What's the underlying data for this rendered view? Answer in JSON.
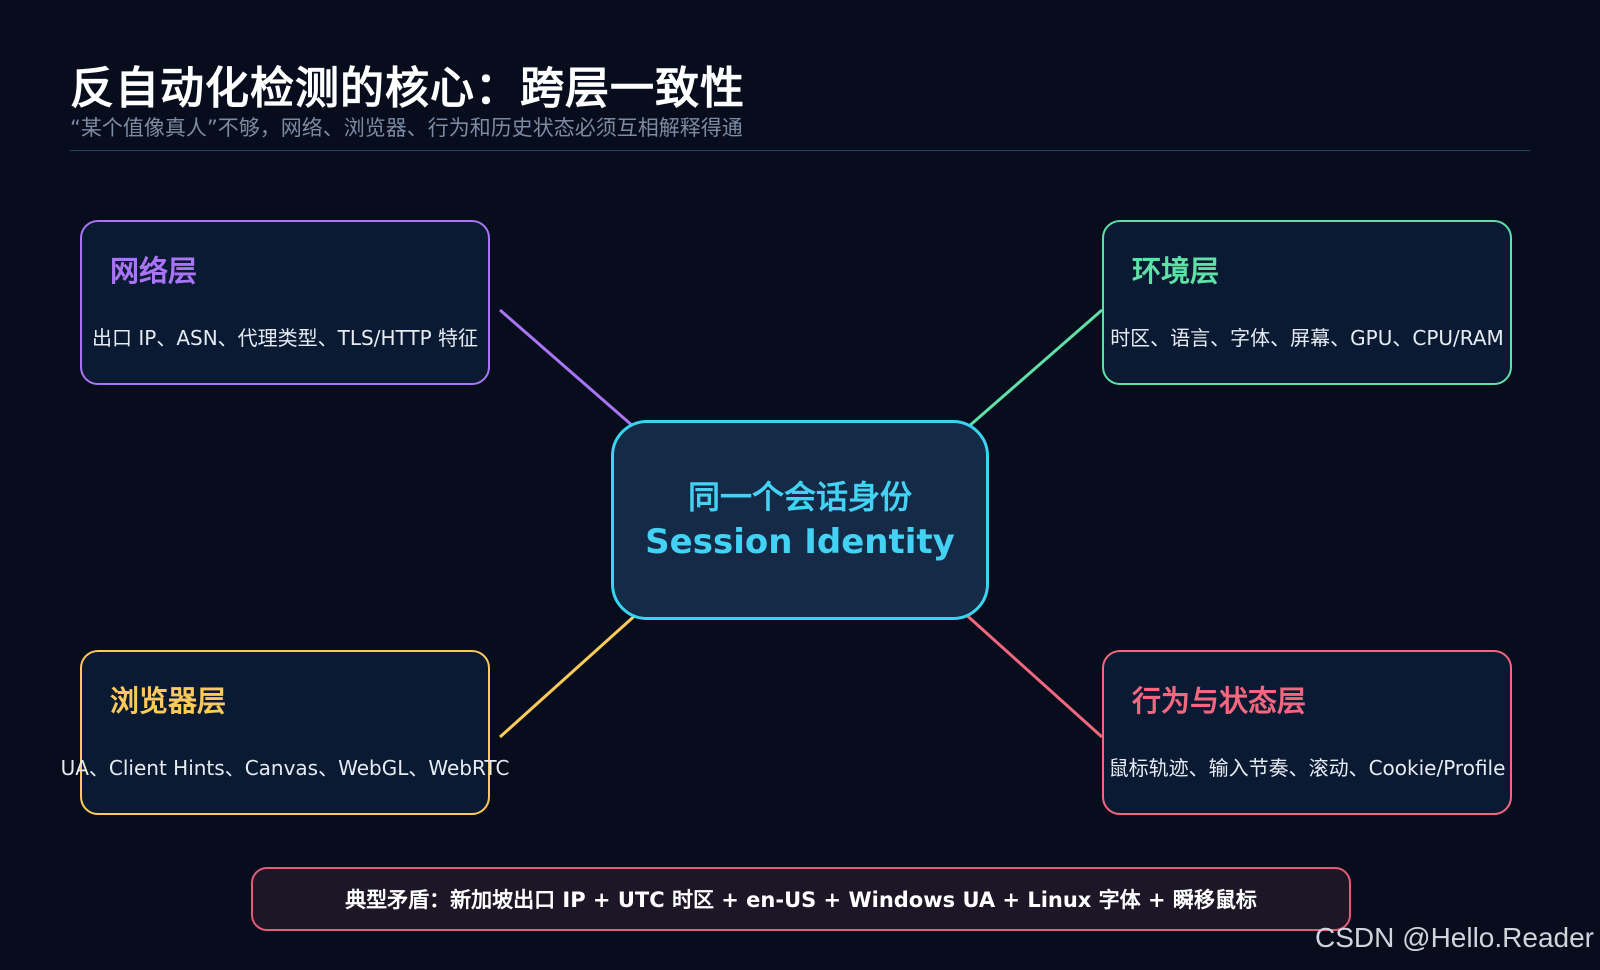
{
  "header": {
    "title": "反自动化检测的核心：跨层一致性",
    "subtitle": "“某个值像真人”不够，网络、浏览器、行为和历史状态必须互相解释得通"
  },
  "center": {
    "title_zh": "同一个会话身份",
    "title_en": "Session Identity",
    "color": "#38d4f2"
  },
  "layers": [
    {
      "id": "network",
      "title": "网络层",
      "desc": "出口 IP、ASN、代理类型、TLS/HTTP 特征",
      "color": "#a974f5"
    },
    {
      "id": "environment",
      "title": "环境层",
      "desc": "时区、语言、字体、屏幕、GPU、CPU/RAM",
      "color": "#5fe0a6"
    },
    {
      "id": "browser",
      "title": "浏览器层",
      "desc": "UA、Client Hints、Canvas、WebGL、WebRTC",
      "color": "#fcca5a"
    },
    {
      "id": "behavior",
      "title": "行为与状态层",
      "desc": "鼠标轨迹、输入节奏、滚动、Cookie/Profile",
      "color": "#f4677f"
    }
  ],
  "footer": {
    "text": "典型矛盾：新加坡出口 IP + UTC 时区 + en-US + Windows UA + Linux 字体 + 瞬移鼠标",
    "color": "#e25c78"
  },
  "watermark": "CSDN @Hello.Reader"
}
